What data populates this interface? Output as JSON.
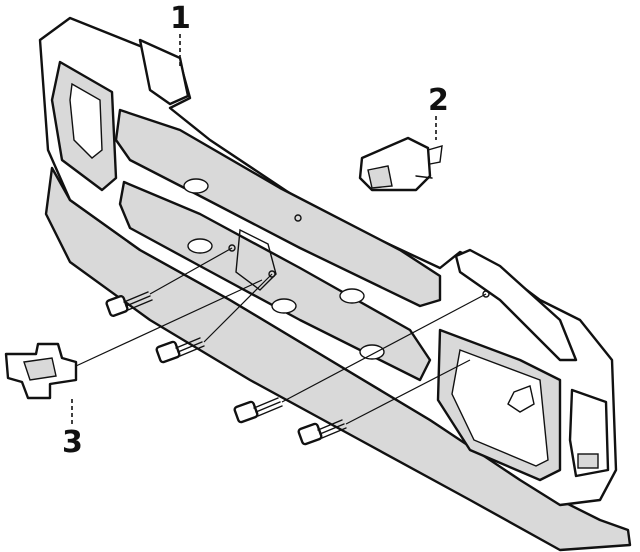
{
  "callouts": [
    {
      "id": "1",
      "label": "1"
    },
    {
      "id": "2",
      "label": "2"
    },
    {
      "id": "3",
      "label": "3"
    }
  ],
  "colors": {
    "ink": "#111111",
    "paper": "#ffffff",
    "shade": "#d9d9d9"
  }
}
